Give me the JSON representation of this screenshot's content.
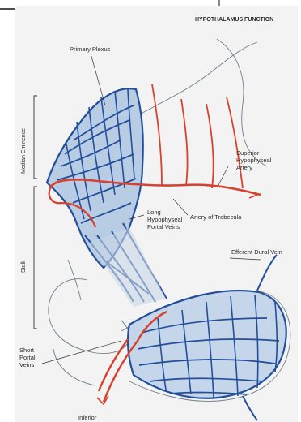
{
  "title": "HYPOTHALAMUS FUNCTION",
  "labels": {
    "primary_plexus": "Primary Plexus",
    "superior_artery": "Superior\nHypophyseal\nArtery",
    "long_portal_veins": "Long\nHypophyseal\nPortal Veins",
    "artery_of_trabecula": "Artery of Trabecula",
    "efferent_dural_vein": "Efferent Dural Vein",
    "short_portal_veins": "Short\nPortal\nVeins",
    "inferior": "Inferior",
    "median_eminence": "Median Eminence",
    "stalk": "Stalk"
  },
  "colors": {
    "background": "#f2f3f2",
    "vein_blue": "#234e9a",
    "vein_light": "#7ea6d6",
    "artery_red": "#d8412e",
    "outline": "#6f7d86",
    "text": "#2a2a2a"
  }
}
